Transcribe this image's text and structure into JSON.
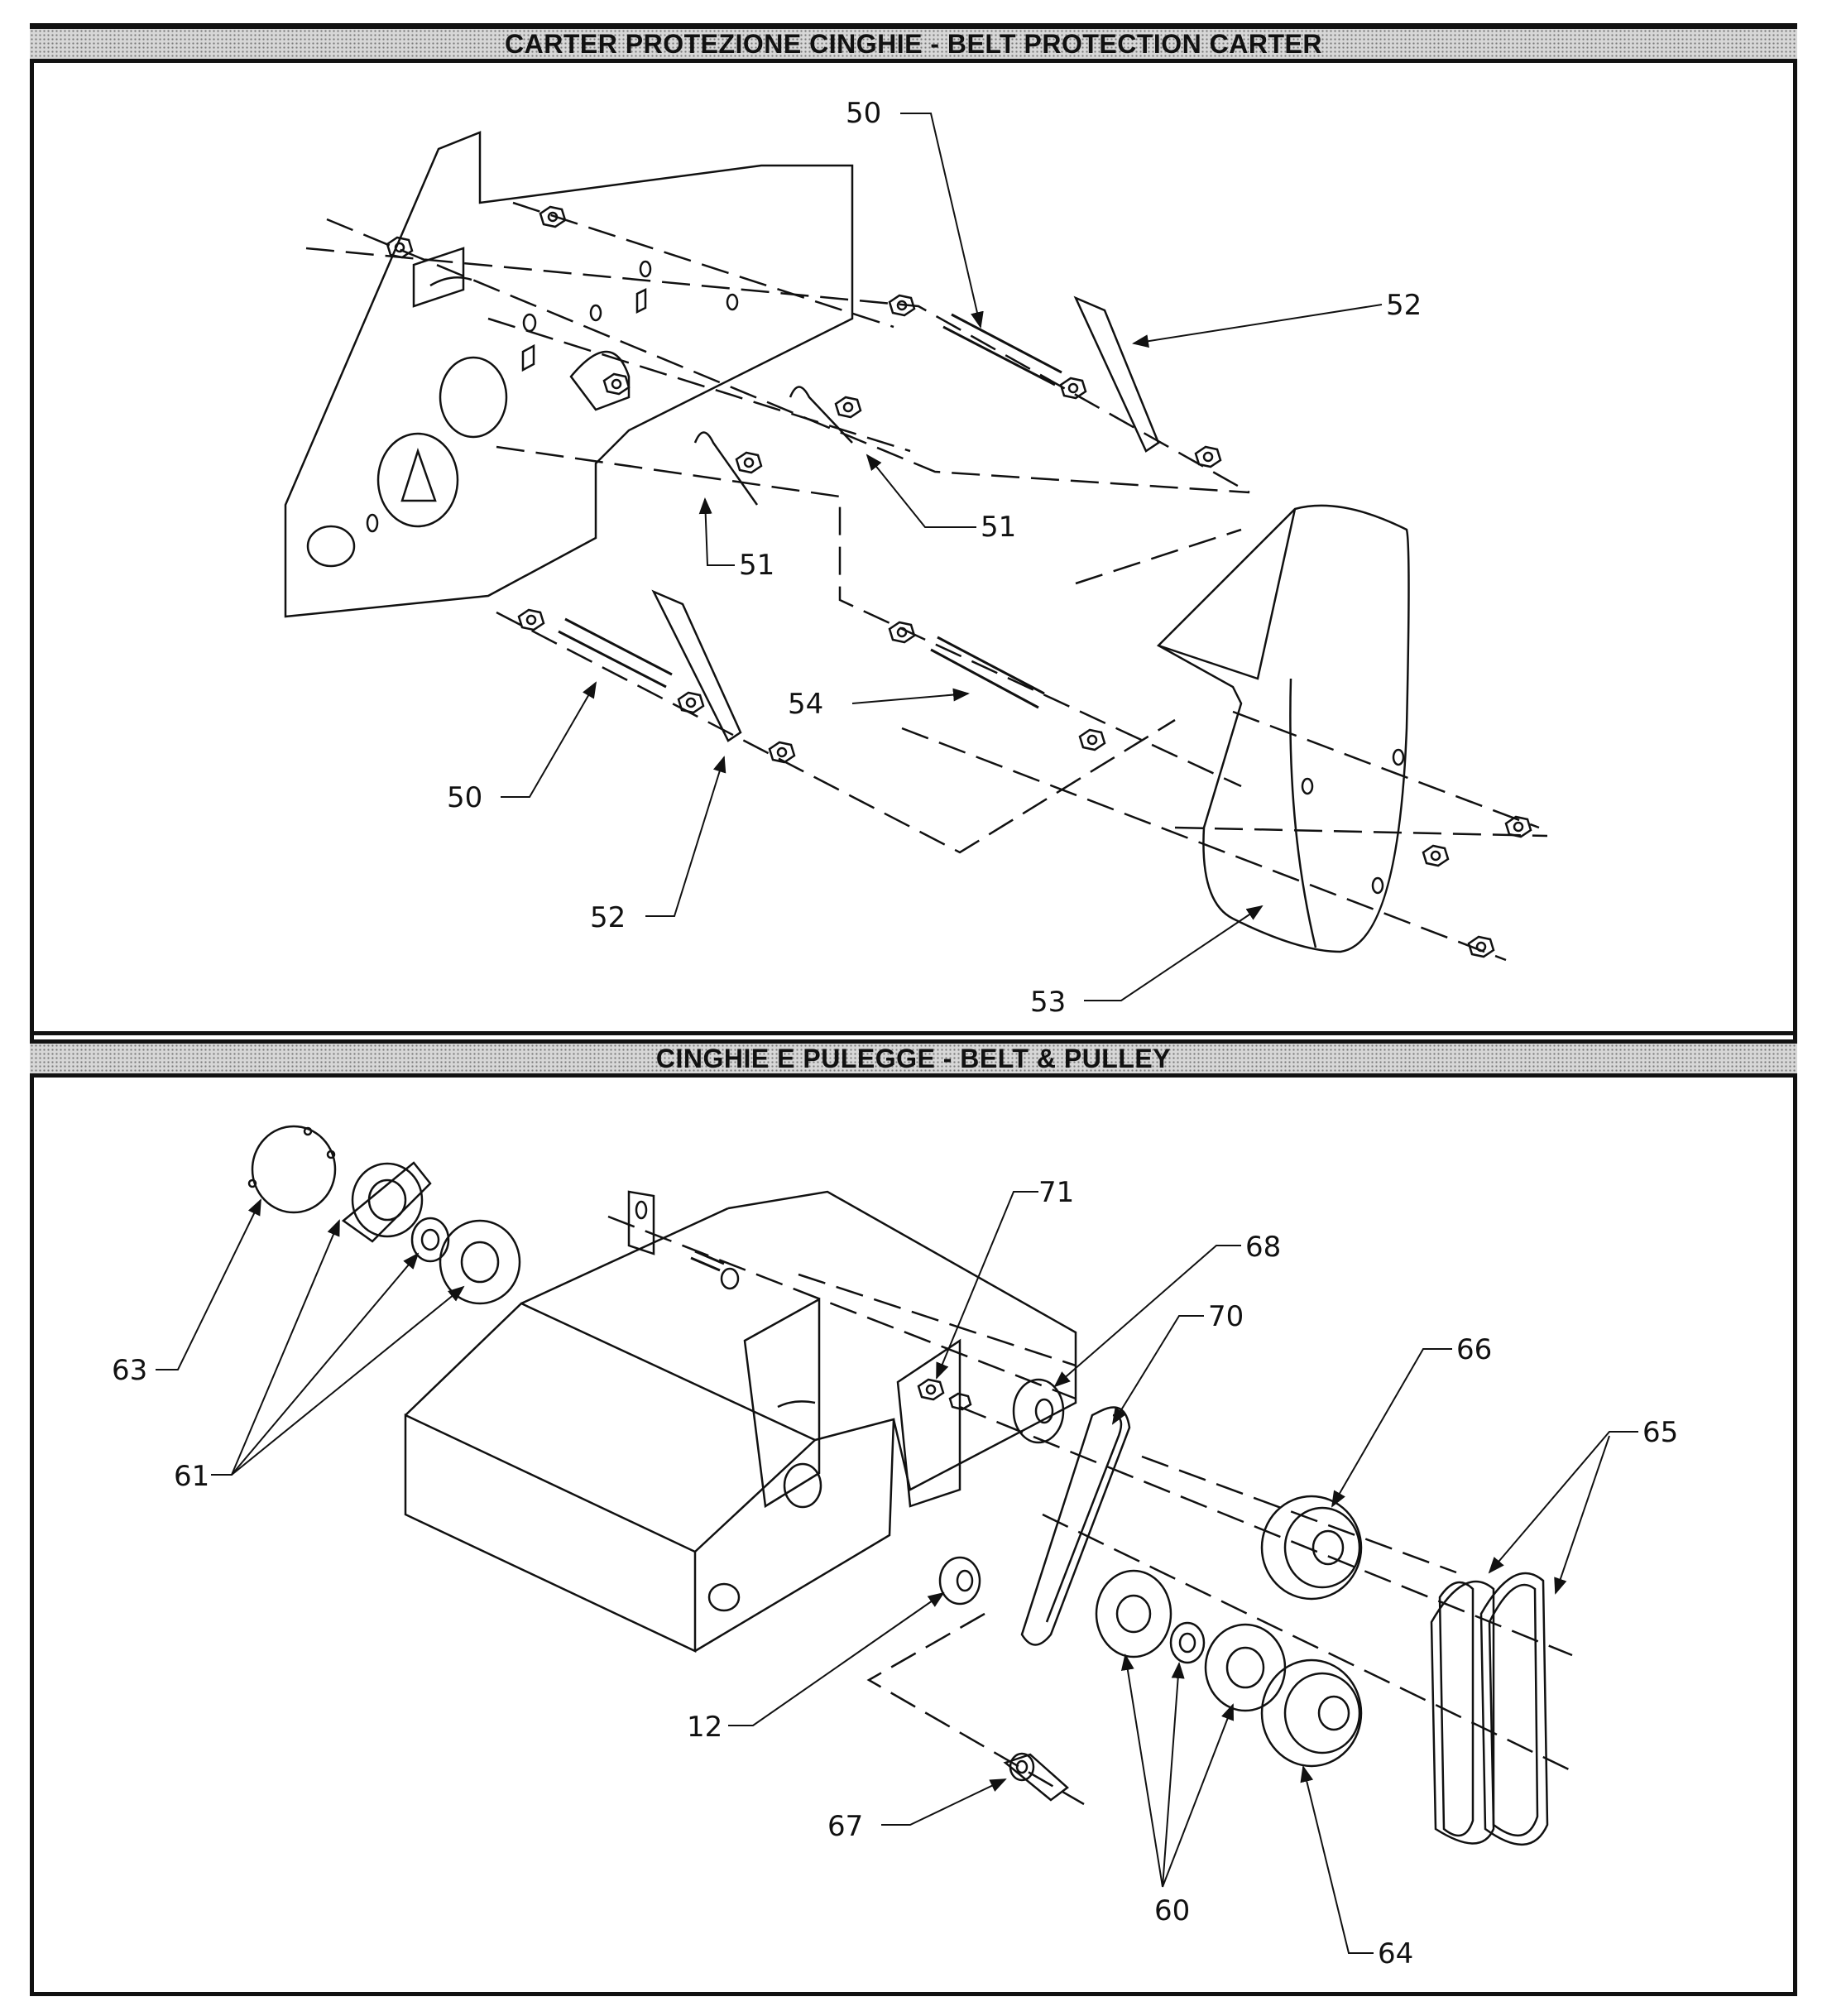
{
  "sections": [
    {
      "id": "belt-protection",
      "title": "CARTER  PROTEZIONE CINGHIE   -   BELT PROTECTION CARTER"
    },
    {
      "id": "belt-pulley",
      "title": "CINGHIE E PULEGGE   -   BELT & PULLEY"
    }
  ],
  "callouts_top": {
    "c50a": "50",
    "c52a": "52",
    "c51a": "51",
    "c51b": "51",
    "c54": "54",
    "c50b": "50",
    "c52b": "52",
    "c53": "53"
  },
  "callouts_bottom": {
    "c71": "71",
    "c68": "68",
    "c70": "70",
    "c66": "66",
    "c65": "65",
    "c63": "63",
    "c61": "61",
    "c12": "12",
    "c67": "67",
    "c60": "60",
    "c64": "64"
  }
}
